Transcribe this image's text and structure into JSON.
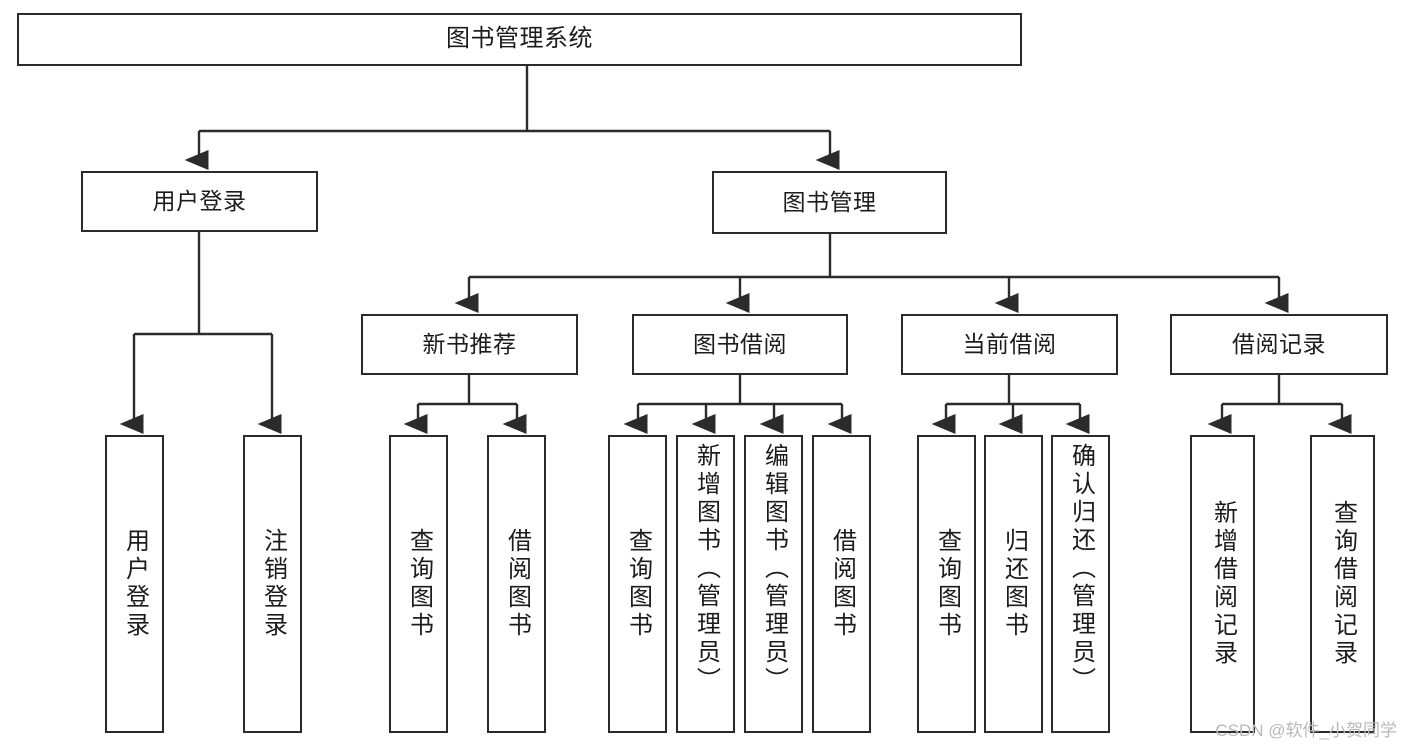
{
  "diagram": {
    "type": "tree",
    "title": "图书管理系统",
    "colors": {
      "background": "#ffffff",
      "box_border": "#2b2b2b",
      "box_fill": "#ffffff",
      "text": "#1c1c1c",
      "connector": "#2b2b2b",
      "watermark": "#b9b9b9"
    },
    "root": {
      "label": "图书管理系统"
    },
    "level2": [
      {
        "label": "用户登录"
      },
      {
        "label": "图书管理"
      }
    ],
    "level3": [
      {
        "label": "新书推荐"
      },
      {
        "label": "图书借阅"
      },
      {
        "label": "当前借阅"
      },
      {
        "label": "借阅记录"
      }
    ],
    "leaves": {
      "user_login": [
        {
          "label": "用户登录"
        },
        {
          "label": "注销登录"
        }
      ],
      "new_book_recommend": [
        {
          "label": "查询图书"
        },
        {
          "label": "借阅图书"
        }
      ],
      "book_borrow": [
        {
          "label": "查询图书"
        },
        {
          "label": "新增图书（管理员）"
        },
        {
          "label": "编辑图书（管理员）"
        },
        {
          "label": "借阅图书"
        }
      ],
      "current_borrow": [
        {
          "label": "查询图书"
        },
        {
          "label": "归还图书"
        },
        {
          "label": "确认归还（管理员）"
        }
      ],
      "borrow_record": [
        {
          "label": "新增借阅记录"
        },
        {
          "label": "查询借阅记录"
        }
      ]
    },
    "watermark": "CSDN @软件_小贺同学"
  }
}
